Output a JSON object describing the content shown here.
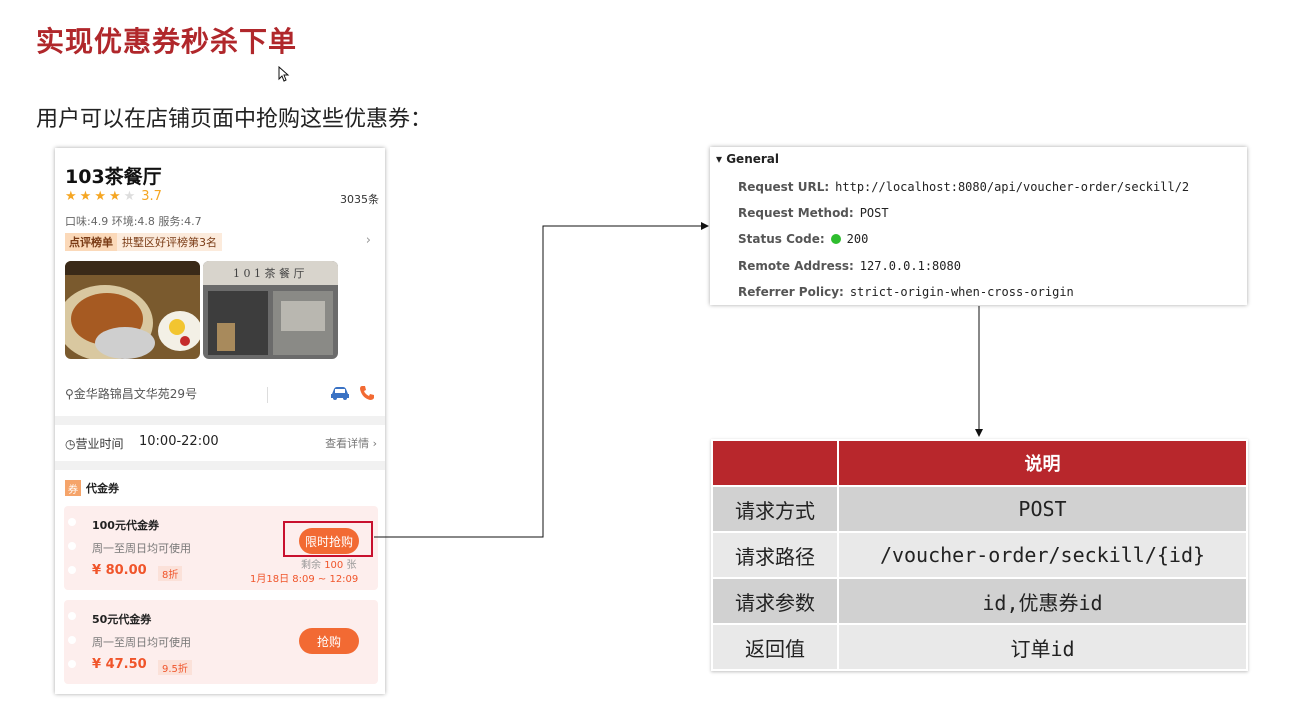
{
  "slide": {
    "title": "实现优惠券秒杀下单",
    "subtitle": "用户可以在店铺页面中抢购这些优惠券："
  },
  "shop": {
    "name": "103茶餐厅",
    "stars": 4,
    "rating": "3.7",
    "review_count": "3035条",
    "scores": "口味:4.9 环境:4.8 服务:4.7",
    "rank_tag": "点评榜单",
    "rank_text": "拱墅区好评榜第3名",
    "address": "金华路锦昌文华苑29号",
    "hours_label": "营业时间",
    "hours_value": "10:00-22:00",
    "hours_detail": "查看详情 ›",
    "section_label": "代金券",
    "section_icon_text": "券",
    "vouchers": [
      {
        "title": "100元代金券",
        "desc": "周一至周日均可使用",
        "price": "¥ 80.00",
        "discount": "8折",
        "button": "限时抢购",
        "remaining_prefix": "剩余",
        "remaining": "100",
        "remaining_suffix": "张",
        "time": "1月18日 8:09 ~ 12:09"
      },
      {
        "title": "50元代金券",
        "desc": "周一至周日均可使用",
        "price": "¥ 47.50",
        "discount": "9.5折",
        "button": "抢购"
      }
    ]
  },
  "devtools": {
    "section": "General",
    "rows": [
      {
        "key": "Request URL:",
        "value": "http://localhost:8080/api/voucher-order/seckill/2"
      },
      {
        "key": "Request Method:",
        "value": "POST"
      },
      {
        "key": "Status Code:",
        "value": "200"
      },
      {
        "key": "Remote Address:",
        "value": "127.0.0.1:8080"
      },
      {
        "key": "Referrer Policy:",
        "value": "strict-origin-when-cross-origin"
      }
    ],
    "status_color": "#2ebd2e"
  },
  "api_table": {
    "header": [
      "",
      "说明"
    ],
    "rows": [
      {
        "key": "请求方式",
        "value": "POST"
      },
      {
        "key": "请求路径",
        "value": "/voucher-order/seckill/{id}"
      },
      {
        "key": "请求参数",
        "value": "id,优惠券id"
      },
      {
        "key": "返回值",
        "value": "订单id"
      }
    ]
  },
  "colors": {
    "title_red": "#b0272b",
    "table_header": "#b8272c",
    "accent_orange": "#f26a33"
  }
}
